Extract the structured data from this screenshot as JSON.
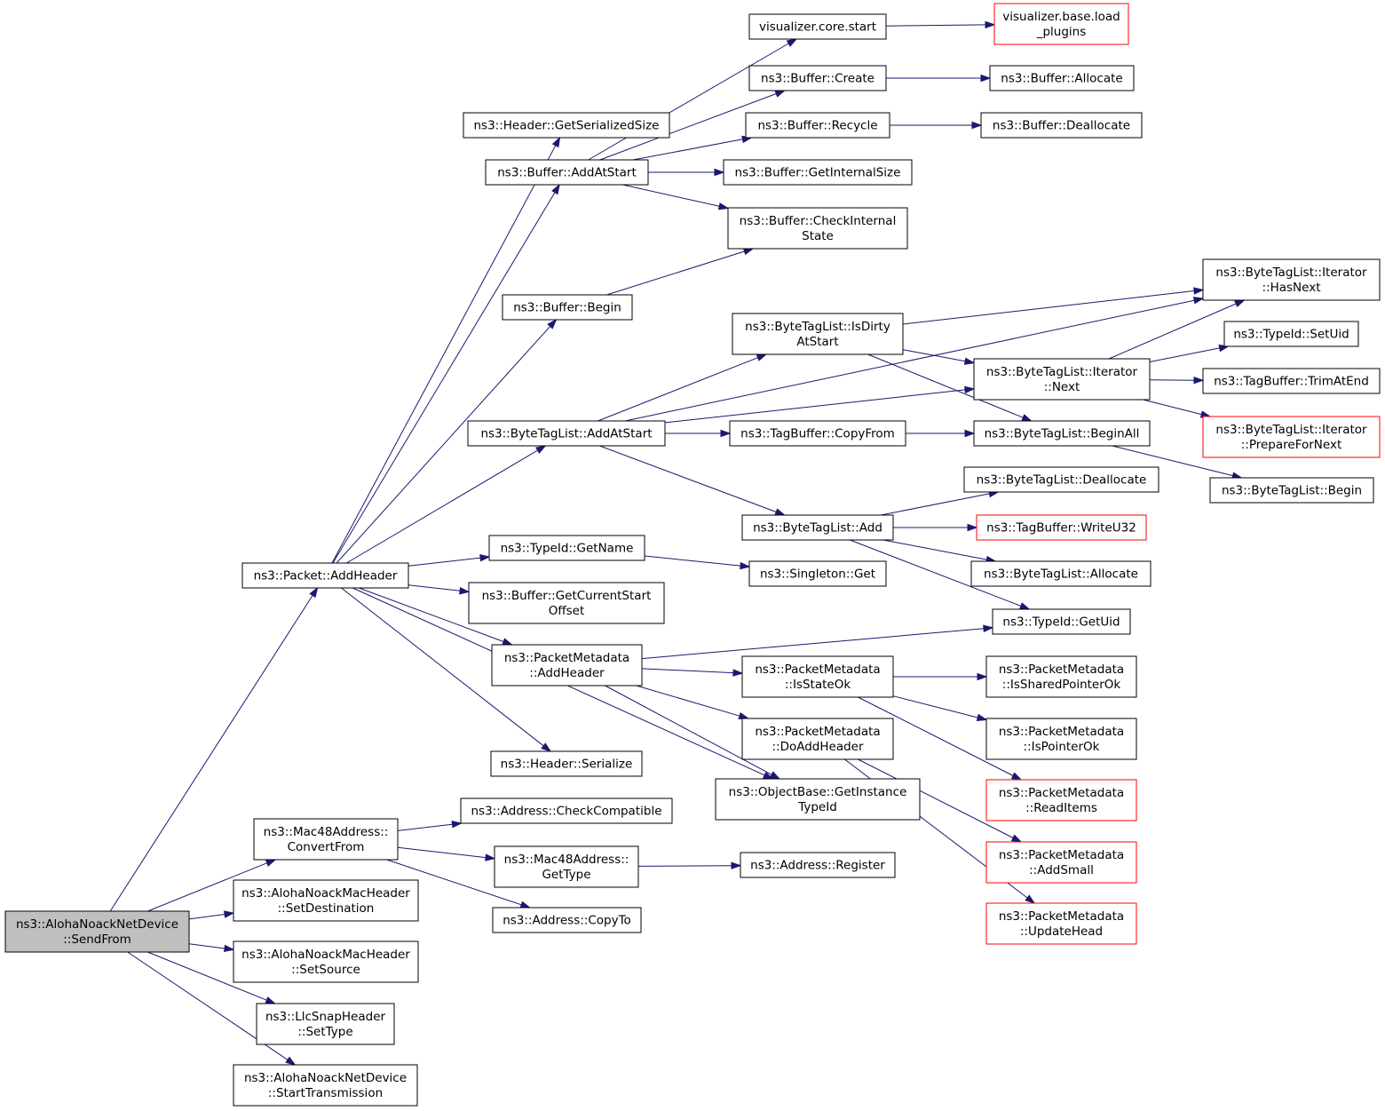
{
  "nodes": [
    {
      "id": "sendfrom",
      "lines": [
        "ns3::AlohaNoackNetDevice",
        "::SendFrom"
      ],
      "root": true,
      "truncated": false
    },
    {
      "id": "addheader",
      "lines": [
        "ns3::Packet::AddHeader"
      ],
      "root": false,
      "truncated": false
    },
    {
      "id": "convertfrom",
      "lines": [
        "ns3::Mac48Address::",
        "ConvertFrom"
      ],
      "root": false,
      "truncated": false
    },
    {
      "id": "setdest",
      "lines": [
        "ns3::AlohaNoackMacHeader",
        "::SetDestination"
      ],
      "root": false,
      "truncated": false
    },
    {
      "id": "setsource",
      "lines": [
        "ns3::AlohaNoackMacHeader",
        "::SetSource"
      ],
      "root": false,
      "truncated": false
    },
    {
      "id": "settype",
      "lines": [
        "ns3::LlcSnapHeader",
        "::SetType"
      ],
      "root": false,
      "truncated": false
    },
    {
      "id": "starttx",
      "lines": [
        "ns3::AlohaNoackNetDevice",
        "::StartTransmission"
      ],
      "root": false,
      "truncated": false
    },
    {
      "id": "getsersize",
      "lines": [
        "ns3::Header::GetSerializedSize"
      ],
      "root": false,
      "truncated": false
    },
    {
      "id": "buf_addatstart",
      "lines": [
        "ns3::Buffer::AddAtStart"
      ],
      "root": false,
      "truncated": false
    },
    {
      "id": "buf_begin",
      "lines": [
        "ns3::Buffer::Begin"
      ],
      "root": false,
      "truncated": false
    },
    {
      "id": "btl_addatstart",
      "lines": [
        "ns3::ByteTagList::AddAtStart"
      ],
      "root": false,
      "truncated": false
    },
    {
      "id": "typeid_getname",
      "lines": [
        "ns3::TypeId::GetName"
      ],
      "root": false,
      "truncated": false
    },
    {
      "id": "buf_getcso",
      "lines": [
        "ns3::Buffer::GetCurrentStart",
        "Offset"
      ],
      "root": false,
      "truncated": false
    },
    {
      "id": "pm_addheader",
      "lines": [
        "ns3::PacketMetadata",
        "::AddHeader"
      ],
      "root": false,
      "truncated": false
    },
    {
      "id": "hdr_serialize",
      "lines": [
        "ns3::Header::Serialize"
      ],
      "root": false,
      "truncated": false
    },
    {
      "id": "addr_checkcompat",
      "lines": [
        "ns3::Address::CheckCompatible"
      ],
      "root": false,
      "truncated": false
    },
    {
      "id": "mac48_gettype",
      "lines": [
        "ns3::Mac48Address::",
        "GetType"
      ],
      "root": false,
      "truncated": false
    },
    {
      "id": "addr_copyto",
      "lines": [
        "ns3::Address::CopyTo"
      ],
      "root": false,
      "truncated": false
    },
    {
      "id": "viz_start",
      "lines": [
        "visualizer.core.start"
      ],
      "root": false,
      "truncated": false
    },
    {
      "id": "buf_create",
      "lines": [
        "ns3::Buffer::Create"
      ],
      "root": false,
      "truncated": false
    },
    {
      "id": "buf_recycle",
      "lines": [
        "ns3::Buffer::Recycle"
      ],
      "root": false,
      "truncated": false
    },
    {
      "id": "buf_getintsize",
      "lines": [
        "ns3::Buffer::GetInternalSize"
      ],
      "root": false,
      "truncated": false
    },
    {
      "id": "buf_checkint",
      "lines": [
        "ns3::Buffer::CheckInternal",
        "State"
      ],
      "root": false,
      "truncated": false
    },
    {
      "id": "btl_isdirty",
      "lines": [
        "ns3::ByteTagList::IsDirty",
        "AtStart"
      ],
      "root": false,
      "truncated": false
    },
    {
      "id": "tagbuf_copyfrom",
      "lines": [
        "ns3::TagBuffer::CopyFrom"
      ],
      "root": false,
      "truncated": false
    },
    {
      "id": "btl_add",
      "lines": [
        "ns3::ByteTagList::Add"
      ],
      "root": false,
      "truncated": false
    },
    {
      "id": "singleton_get",
      "lines": [
        "ns3::Singleton::Get"
      ],
      "root": false,
      "truncated": false
    },
    {
      "id": "pm_isstateok",
      "lines": [
        "ns3::PacketMetadata",
        "::IsStateOk"
      ],
      "root": false,
      "truncated": false
    },
    {
      "id": "pm_doaddheader",
      "lines": [
        "ns3::PacketMetadata",
        "::DoAddHeader"
      ],
      "root": false,
      "truncated": false
    },
    {
      "id": "ob_getinsttypeid",
      "lines": [
        "ns3::ObjectBase::GetInstance",
        "TypeId"
      ],
      "root": false,
      "truncated": false
    },
    {
      "id": "addr_register",
      "lines": [
        "ns3::Address::Register"
      ],
      "root": false,
      "truncated": false
    },
    {
      "id": "viz_loadplugins",
      "lines": [
        "visualizer.base.load",
        "_plugins"
      ],
      "root": false,
      "truncated": true
    },
    {
      "id": "buf_allocate",
      "lines": [
        "ns3::Buffer::Allocate"
      ],
      "root": false,
      "truncated": false
    },
    {
      "id": "buf_dealloc",
      "lines": [
        "ns3::Buffer::Deallocate"
      ],
      "root": false,
      "truncated": false
    },
    {
      "id": "btli_next",
      "lines": [
        "ns3::ByteTagList::Iterator",
        "::Next"
      ],
      "root": false,
      "truncated": false
    },
    {
      "id": "btl_beginall",
      "lines": [
        "ns3::ByteTagList::BeginAll"
      ],
      "root": false,
      "truncated": false
    },
    {
      "id": "btl_dealloc",
      "lines": [
        "ns3::ByteTagList::Deallocate"
      ],
      "root": false,
      "truncated": false
    },
    {
      "id": "tagbuf_writeu32",
      "lines": [
        "ns3::TagBuffer::WriteU32"
      ],
      "root": false,
      "truncated": true
    },
    {
      "id": "btl_allocate",
      "lines": [
        "ns3::ByteTagList::Allocate"
      ],
      "root": false,
      "truncated": false
    },
    {
      "id": "typeid_getuid",
      "lines": [
        "ns3::TypeId::GetUid"
      ],
      "root": false,
      "truncated": false
    },
    {
      "id": "pm_issharedptrok",
      "lines": [
        "ns3::PacketMetadata",
        "::IsSharedPointerOk"
      ],
      "root": false,
      "truncated": false
    },
    {
      "id": "pm_isptrok",
      "lines": [
        "ns3::PacketMetadata",
        "::IsPointerOk"
      ],
      "root": false,
      "truncated": false
    },
    {
      "id": "pm_readitems",
      "lines": [
        "ns3::PacketMetadata",
        "::ReadItems"
      ],
      "root": false,
      "truncated": true
    },
    {
      "id": "pm_addsmall",
      "lines": [
        "ns3::PacketMetadata",
        "::AddSmall"
      ],
      "root": false,
      "truncated": true
    },
    {
      "id": "pm_updatehead",
      "lines": [
        "ns3::PacketMetadata",
        "::UpdateHead"
      ],
      "root": false,
      "truncated": true
    },
    {
      "id": "btli_hasnext",
      "lines": [
        "ns3::ByteTagList::Iterator",
        "::HasNext"
      ],
      "root": false,
      "truncated": false
    },
    {
      "id": "typeid_setuid",
      "lines": [
        "ns3::TypeId::SetUid"
      ],
      "root": false,
      "truncated": false
    },
    {
      "id": "tagbuf_trimatend",
      "lines": [
        "ns3::TagBuffer::TrimAtEnd"
      ],
      "root": false,
      "truncated": false
    },
    {
      "id": "btli_prepnext",
      "lines": [
        "ns3::ByteTagList::Iterator",
        "::PrepareForNext"
      ],
      "root": false,
      "truncated": true
    },
    {
      "id": "btl_begin",
      "lines": [
        "ns3::ByteTagList::Begin"
      ],
      "root": false,
      "truncated": false
    }
  ],
  "edges": [
    {
      "from": "sendfrom",
      "to": "addheader"
    },
    {
      "from": "sendfrom",
      "to": "convertfrom"
    },
    {
      "from": "sendfrom",
      "to": "setdest"
    },
    {
      "from": "sendfrom",
      "to": "setsource"
    },
    {
      "from": "sendfrom",
      "to": "settype"
    },
    {
      "from": "sendfrom",
      "to": "starttx"
    },
    {
      "from": "addheader",
      "to": "getsersize"
    },
    {
      "from": "addheader",
      "to": "buf_addatstart"
    },
    {
      "from": "addheader",
      "to": "buf_begin"
    },
    {
      "from": "addheader",
      "to": "btl_addatstart"
    },
    {
      "from": "addheader",
      "to": "typeid_getname"
    },
    {
      "from": "addheader",
      "to": "buf_getcso"
    },
    {
      "from": "addheader",
      "to": "pm_addheader"
    },
    {
      "from": "addheader",
      "to": "hdr_serialize"
    },
    {
      "from": "addheader",
      "to": "ob_getinsttypeid"
    },
    {
      "from": "convertfrom",
      "to": "addr_checkcompat"
    },
    {
      "from": "convertfrom",
      "to": "mac48_gettype"
    },
    {
      "from": "convertfrom",
      "to": "addr_copyto"
    },
    {
      "from": "buf_addatstart",
      "to": "viz_start"
    },
    {
      "from": "buf_addatstart",
      "to": "buf_create"
    },
    {
      "from": "buf_addatstart",
      "to": "buf_recycle"
    },
    {
      "from": "buf_addatstart",
      "to": "buf_getintsize"
    },
    {
      "from": "buf_addatstart",
      "to": "buf_checkint"
    },
    {
      "from": "buf_begin",
      "to": "buf_checkint"
    },
    {
      "from": "btl_addatstart",
      "to": "btl_isdirty"
    },
    {
      "from": "btl_addatstart",
      "to": "btli_hasnext"
    },
    {
      "from": "btl_addatstart",
      "to": "btli_next"
    },
    {
      "from": "btl_addatstart",
      "to": "tagbuf_copyfrom"
    },
    {
      "from": "btl_addatstart",
      "to": "btl_beginall"
    },
    {
      "from": "btl_addatstart",
      "to": "btl_add"
    },
    {
      "from": "typeid_getname",
      "to": "singleton_get"
    },
    {
      "from": "pm_addheader",
      "to": "typeid_getuid"
    },
    {
      "from": "pm_addheader",
      "to": "pm_isstateok"
    },
    {
      "from": "pm_addheader",
      "to": "pm_doaddheader"
    },
    {
      "from": "pm_addheader",
      "to": "ob_getinsttypeid"
    },
    {
      "from": "mac48_gettype",
      "to": "addr_register"
    },
    {
      "from": "viz_start",
      "to": "viz_loadplugins"
    },
    {
      "from": "buf_create",
      "to": "buf_allocate"
    },
    {
      "from": "buf_recycle",
      "to": "buf_dealloc"
    },
    {
      "from": "btl_isdirty",
      "to": "btli_hasnext"
    },
    {
      "from": "btl_isdirty",
      "to": "btli_next"
    },
    {
      "from": "btl_isdirty",
      "to": "btl_beginall"
    },
    {
      "from": "btl_add",
      "to": "btl_dealloc"
    },
    {
      "from": "btl_add",
      "to": "tagbuf_writeu32"
    },
    {
      "from": "btl_add",
      "to": "btl_allocate"
    },
    {
      "from": "btl_add",
      "to": "typeid_getuid"
    },
    {
      "from": "pm_isstateok",
      "to": "pm_issharedptrok"
    },
    {
      "from": "pm_isstateok",
      "to": "pm_isptrok"
    },
    {
      "from": "pm_isstateok",
      "to": "pm_readitems"
    },
    {
      "from": "pm_doaddheader",
      "to": "pm_addsmall"
    },
    {
      "from": "pm_doaddheader",
      "to": "pm_updatehead"
    },
    {
      "from": "btli_next",
      "to": "btli_hasnext"
    },
    {
      "from": "btli_next",
      "to": "typeid_setuid"
    },
    {
      "from": "btli_next",
      "to": "tagbuf_trimatend"
    },
    {
      "from": "btli_next",
      "to": "btli_prepnext"
    },
    {
      "from": "btl_beginall",
      "to": "btl_begin"
    }
  ]
}
